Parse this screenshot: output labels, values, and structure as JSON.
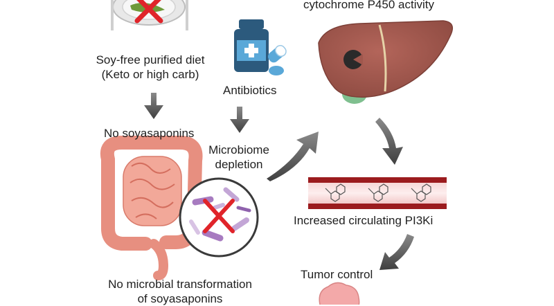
{
  "labels": {
    "diet_line1": "Soy-free purified diet",
    "diet_line2": "(Keto or high carb)",
    "antibiotics": "Antibiotics",
    "no_soyasaponins": "No soyasaponins",
    "microbiome_line1": "Microbiome",
    "microbiome_line2": "depletion",
    "cyp": "cytochrome P450 activity",
    "circulating": "Increased circulating PI3Ki",
    "tumor": "Tumor control",
    "transform_line1": "No microbial transformation",
    "transform_line2": "of soyasaponins"
  },
  "colors": {
    "arrow": "#4d4d4d",
    "cross": "#e0242a",
    "liver": "#a0574d",
    "gallbladder": "#7fbf8f",
    "vessel": "#9b1b1e",
    "intestine": "#f2a899",
    "bottle": "#2c5a7d",
    "pill": "#5aa8d8",
    "bacteria_purple": "#a77bc0",
    "tumor": "#f3a9a9"
  },
  "icons": [
    "plate-icon",
    "pill-bottle-icon",
    "capsule-icon",
    "liver-icon",
    "blood-vessel-icon",
    "intestine-icon",
    "bacteria-circle-icon",
    "tumor-icon"
  ]
}
